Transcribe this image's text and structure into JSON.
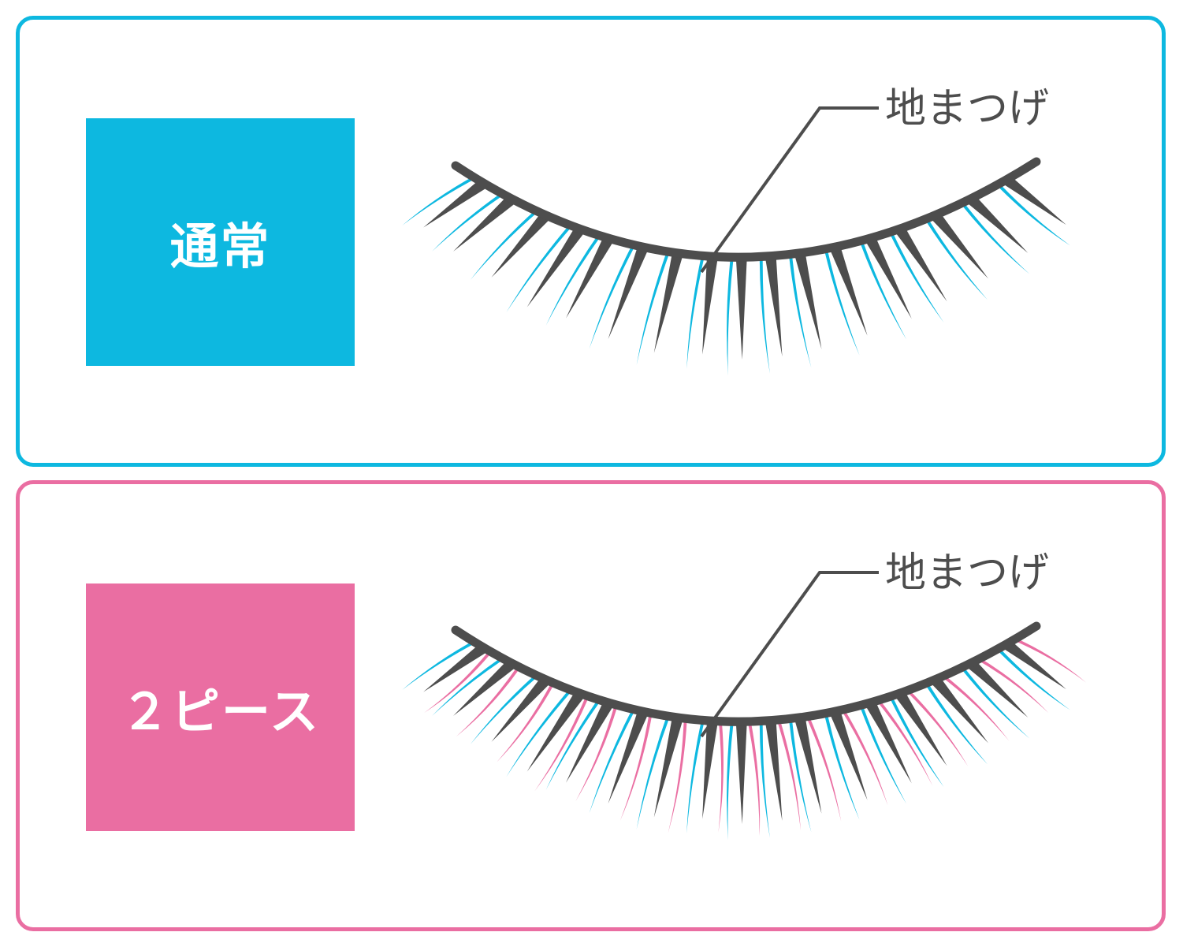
{
  "colors": {
    "blue": "#0db8e0",
    "pink": "#ea6ea2",
    "dark": "#4d4d4d"
  },
  "panels": [
    {
      "id": "normal",
      "label": "通常",
      "annotation": "地まつげ",
      "color": "#0db8e0",
      "accent_fibers": [
        "blue"
      ]
    },
    {
      "id": "two_piece",
      "label": "２ピース",
      "annotation": "地まつげ",
      "color": "#ea6ea2",
      "accent_fibers": [
        "blue",
        "pink"
      ]
    }
  ]
}
